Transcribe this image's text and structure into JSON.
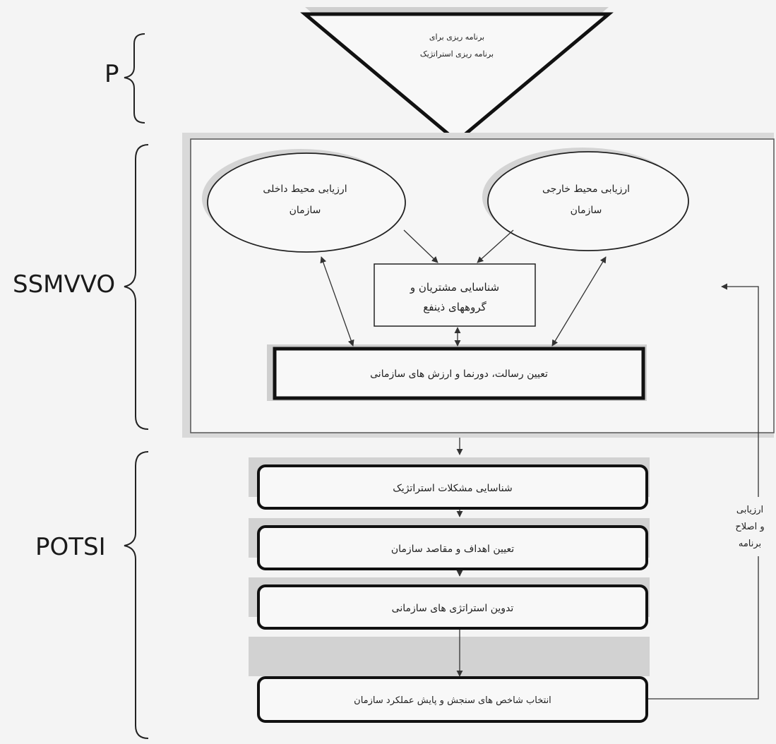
{
  "phases": [
    {
      "id": "p",
      "label": "P"
    },
    {
      "id": "ssmvvo",
      "label": "SSMVVO"
    },
    {
      "id": "potsi",
      "label": "POTSI"
    }
  ],
  "triangle": {
    "line1": "برنامه ریزی برای",
    "line2": "برنامه ریزی استراتژیک"
  },
  "ellipses": {
    "internal": {
      "line1": "ارزیابی محیط داخلی",
      "line2": "سازمان"
    },
    "external": {
      "line1": "ارزیابی محیط خارجی",
      "line2": "سازمان"
    }
  },
  "stakeholders": {
    "line1": "شناسایی مشتریان و",
    "line2": "گروههای ذینفع"
  },
  "mission": "تعیین رسالت، دورنما و ارزش های سازمانی",
  "steps": [
    "شناسایی مشکلات استراتژیک",
    "تعیین اهداف و مقاصد سازمان",
    "تدوین استراتژی های سازمانی",
    "انتخاب شاخص های سنجش و پایش عملکرد سازمان"
  ],
  "feedback": {
    "line1": "ارزیابی",
    "line2": "و اصلاح",
    "line3": "برنامه"
  }
}
